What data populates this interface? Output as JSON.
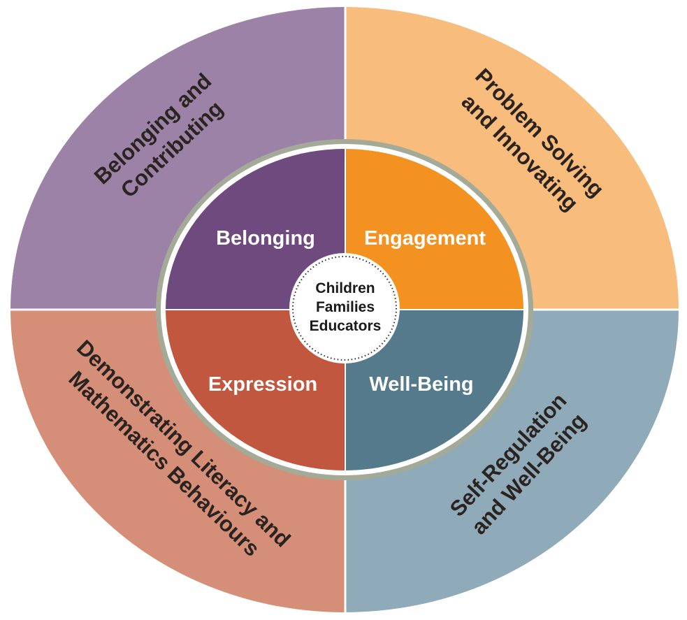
{
  "outer_ring": [
    {
      "lines": [
        "Belonging and",
        "Contributing"
      ],
      "color": "#9c82a6"
    },
    {
      "lines": [
        "Problem Solving",
        "and Innovating"
      ],
      "color": "#f8bc7c"
    },
    {
      "lines": [
        "Self-Regulation",
        "and Well-Being"
      ],
      "color": "#8faab8"
    },
    {
      "lines": [
        "Demonstrating Literacy and",
        "Mathematics Behaviours"
      ],
      "color": "#d58f78"
    }
  ],
  "inner_ring": [
    {
      "label": "Belonging",
      "color": "#6e4a7e"
    },
    {
      "label": "Engagement",
      "color": "#f39220"
    },
    {
      "label": "Well-Being",
      "color": "#557a8c"
    },
    {
      "label": "Expression",
      "color": "#c0573e"
    }
  ],
  "separator_ring_color": "#a3ab98",
  "center": {
    "lines": [
      "Children",
      "Families",
      "Educators"
    ]
  }
}
